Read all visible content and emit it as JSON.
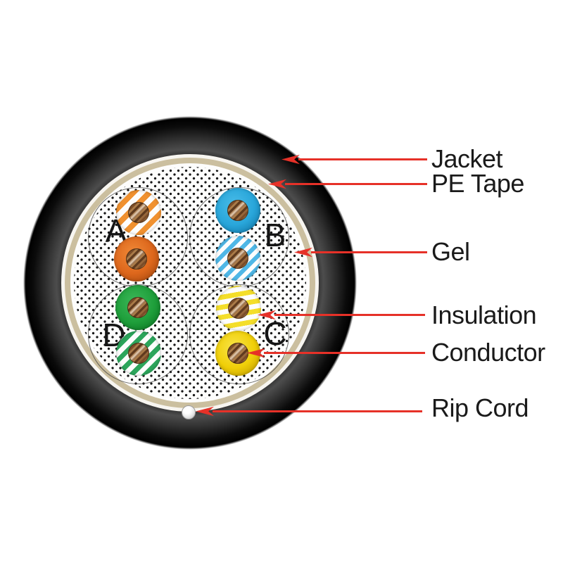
{
  "diagram": {
    "type": "cable cross-section",
    "callouts": {
      "jacket": "Jacket",
      "pe_tape": "PE Tape",
      "gel": "Gel",
      "insulation": "Insulation",
      "conductor": "Conductor",
      "rip_cord": "Rip Cord"
    },
    "pair_labels": {
      "a": "A",
      "b": "B",
      "c": "C",
      "d": "D"
    },
    "colors": {
      "arrow": "#e63128",
      "jacket": "#000000",
      "pe_tape": "#cbbf9f",
      "gel_dot": "#161616",
      "pair_a_solid": "#dd671c",
      "pair_a_stripe": "#f09130",
      "pair_b_solid": "#29a6da",
      "pair_b_stripe": "#4fb7e6",
      "pair_c_solid": "#f0cf08",
      "pair_c_stripe": "#f4de2a",
      "pair_d_solid": "#1f9f3b",
      "pair_d_stripe": "#2ca55b",
      "conductor_copper": "#96663a",
      "rip_cord": "#ffffff"
    }
  }
}
